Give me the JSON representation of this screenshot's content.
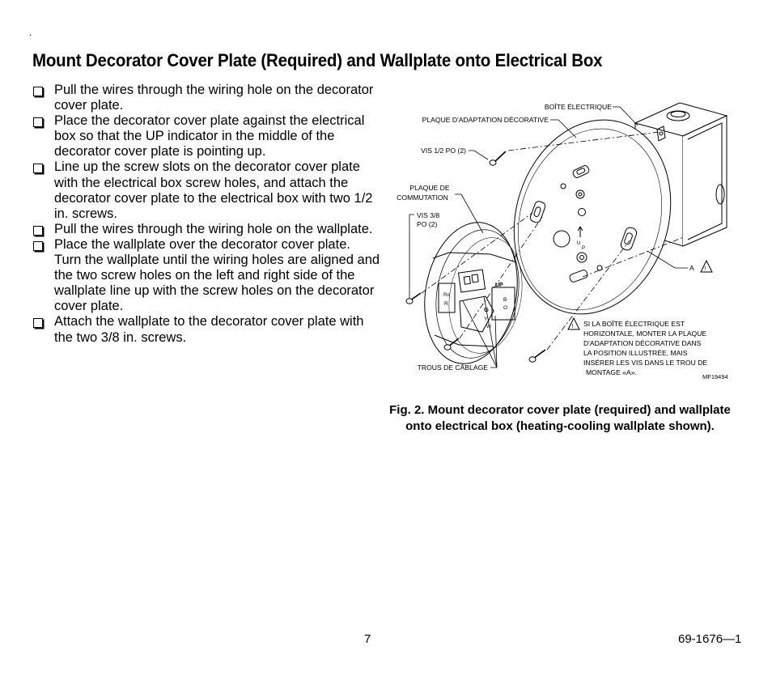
{
  "header": {
    "marker": "."
  },
  "title": "Mount Decorator Cover Plate (Required) and Wallplate onto Electrical Box",
  "steps": [
    "Pull the wires through the wiring hole on the decorator cover plate.",
    "Place the decorator cover plate against the electrical box so that the UP indicator in the middle of the decorator cover plate is pointing up.",
    "Line up the screw slots on the decorator cover plate with the electrical box screw holes, and attach the decorator cover plate to the electrical box with two 1/2 in. screws.",
    "Pull the wires through the wiring hole on the wallplate.",
    "Place the wallplate over the decorator cover plate. Turn the wallplate until the wiring holes are aligned and the two screw holes on the left and right side of the wallplate line up with the screw holes on the decorator cover plate.",
    "Attach the wallplate to the decorator cover plate with the two 3/8 in. screws."
  ],
  "figure": {
    "labels": {
      "boite": "BOÎTE ÉLECTRIQUE",
      "plaque_adaptation": "PLAQUE D'ADAPTATION DÉCORATIVE",
      "vis_half": "VIS 1/2 PO (2)",
      "plaque_de": "PLAQUE DE",
      "commutation": "COMMUTATION",
      "vis38_a": "VIS 3/8",
      "vis38_b": "PO (2)",
      "a_marker": "A",
      "warning_symbol": "!",
      "trous": "TROUS DE CÂBLAGE",
      "note_lines": [
        "SI LA BOÎTE ÉLECTRIQUE EST",
        "HORIZONTALE, MONTER LA PLAQUE",
        "D'ADAPTATION DÉCORATIVE DANS",
        "LA POSITION ILLUSTRÉE, MAIS",
        "INSÉRER LES VIS DANS LE TROU DE",
        "MONTAGE «A»."
      ],
      "mf_code": "MF19494",
      "up_marker": "UP",
      "u_letter": "U",
      "p_letter": "P",
      "terminals": [
        "Rc",
        "R",
        "G",
        "Y",
        "W",
        "B",
        "O"
      ]
    },
    "caption": "Fig. 2. Mount decorator cover plate (required) and wallplate onto electrical box (heating-cooling wallplate shown)."
  },
  "footer": {
    "page_number": "7",
    "doc_number": "69-1676—1"
  }
}
